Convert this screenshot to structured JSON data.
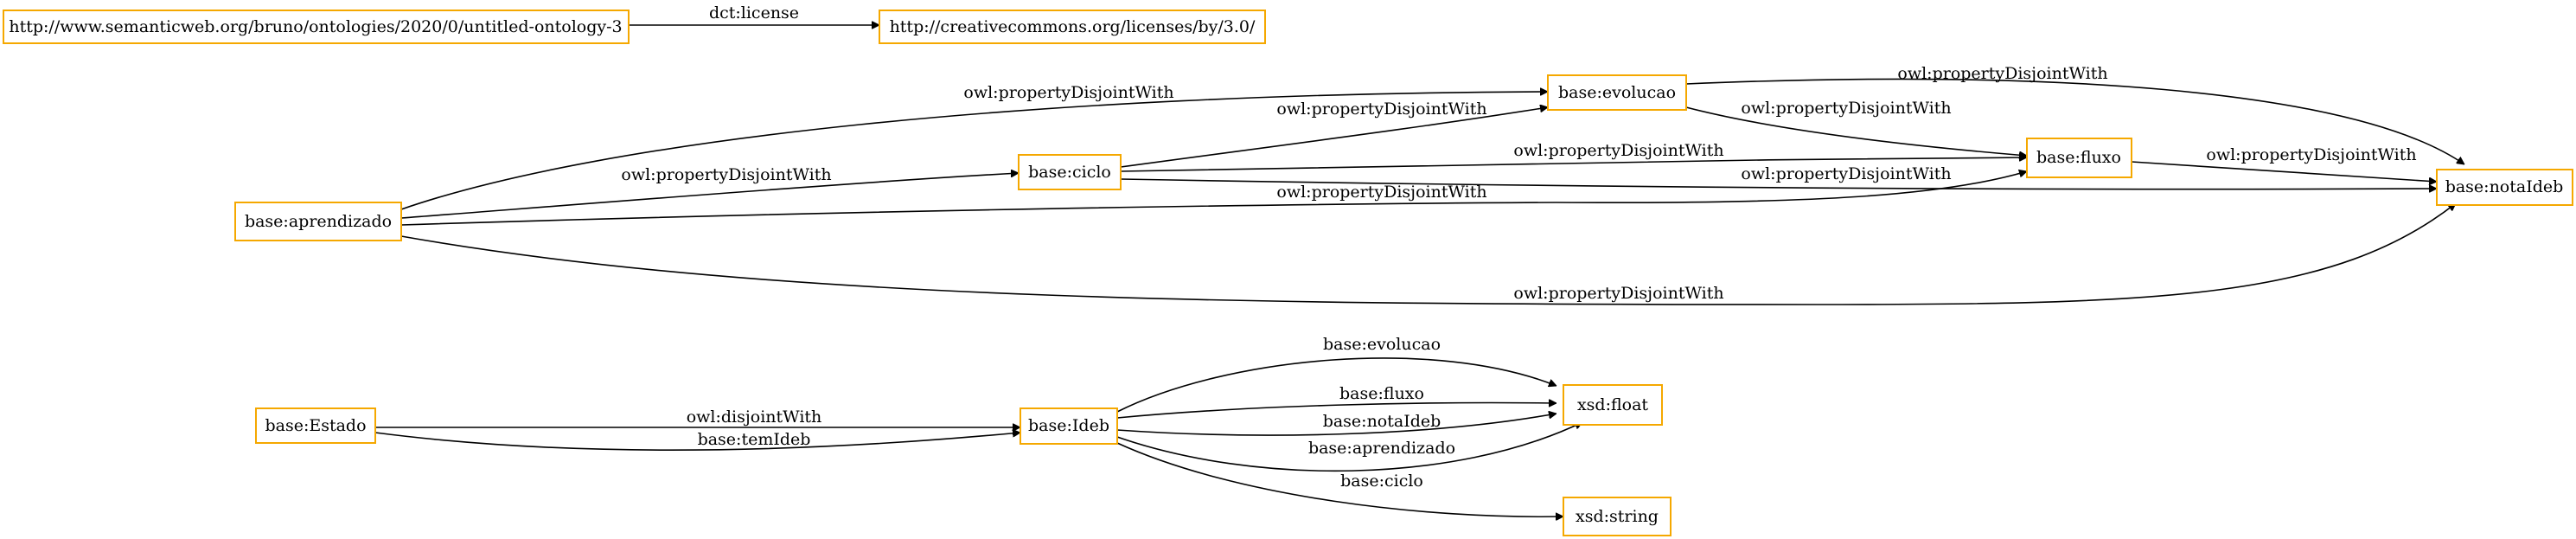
{
  "nodes": {
    "ontology": "http://www.semanticweb.org/bruno/ontologies/2020/0/untitled-ontology-3",
    "license": "http://creativecommons.org/licenses/by/3.0/",
    "evolucao": "base:evolucao",
    "ciclo": "base:ciclo",
    "fluxo": "base:fluxo",
    "aprendizado": "base:aprendizado",
    "notaIdeb": "base:notaIdeb",
    "estado": "base:Estado",
    "ideb": "base:Ideb",
    "xsd_float": "xsd:float",
    "xsd_string": "xsd:string"
  },
  "edges": {
    "e1": "dct:license",
    "e2": "owl:propertyDisjointWith",
    "e3": "owl:propertyDisjointWith",
    "e4": "owl:propertyDisjointWith",
    "e5": "owl:propertyDisjointWith",
    "e6": "owl:propertyDisjointWith",
    "e7": "owl:propertyDisjointWith",
    "e8": "owl:propertyDisjointWith",
    "e9": "owl:propertyDisjointWith",
    "e10": "owl:propertyDisjointWith",
    "e11": "owl:propertyDisjointWith",
    "e12": "owl:disjointWith",
    "e13": "base:temIdeb",
    "e14": "base:evolucao",
    "e15": "base:fluxo",
    "e16": "base:notaIdeb",
    "e17": "base:aprendizado",
    "e18": "base:ciclo"
  }
}
